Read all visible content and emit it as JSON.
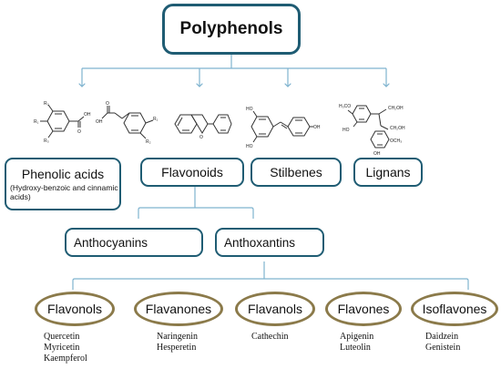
{
  "root": {
    "title": "Polyphenols"
  },
  "classes": [
    {
      "key": "phenolic",
      "label": "Phenolic acids",
      "sublabel": "(Hydroxy-benzoic and cinnamic acids)"
    },
    {
      "key": "flavonoids",
      "label": "Flavonoids"
    },
    {
      "key": "stilbenes",
      "label": "Stilbenes"
    },
    {
      "key": "lignans",
      "label": "Lignans"
    }
  ],
  "flavonoid_groups": [
    {
      "label": "Anthocyanins"
    },
    {
      "label": "Anthoxantins"
    }
  ],
  "anthoxantin_subclasses": [
    {
      "label": "Flavonols",
      "compounds": [
        "Quercetin",
        "Myricetin",
        "Kaempferol"
      ]
    },
    {
      "label": "Flavanones",
      "compounds": [
        "Naringenin",
        "Hesperetin"
      ]
    },
    {
      "label": "Flavanols",
      "compounds": [
        "Cathechin"
      ]
    },
    {
      "label": "Flavones",
      "compounds": [
        "Apigenin",
        "Luteolin"
      ]
    },
    {
      "label": "Isoflavones",
      "compounds": [
        "Daidzein",
        "Genistein"
      ]
    }
  ],
  "structure_labels": {
    "phenolic_benzoic": [
      "R₂",
      "R₁",
      "R₃",
      "OH",
      "O"
    ],
    "phenolic_cinnamic": [
      "O",
      "OH",
      "R₁",
      "R₂"
    ],
    "flavonoid_core": [
      "O"
    ],
    "stilbene": [
      "HO",
      "HO",
      "OH"
    ],
    "lignan": [
      "H₃CO",
      "HO",
      "CH₂OH",
      "CH₂OH",
      "OCH₃",
      "OH"
    ]
  },
  "colors": {
    "box_border": "#1f5c73",
    "connector": "#7fb3cf",
    "oval_border": "#8b7a4a"
  }
}
